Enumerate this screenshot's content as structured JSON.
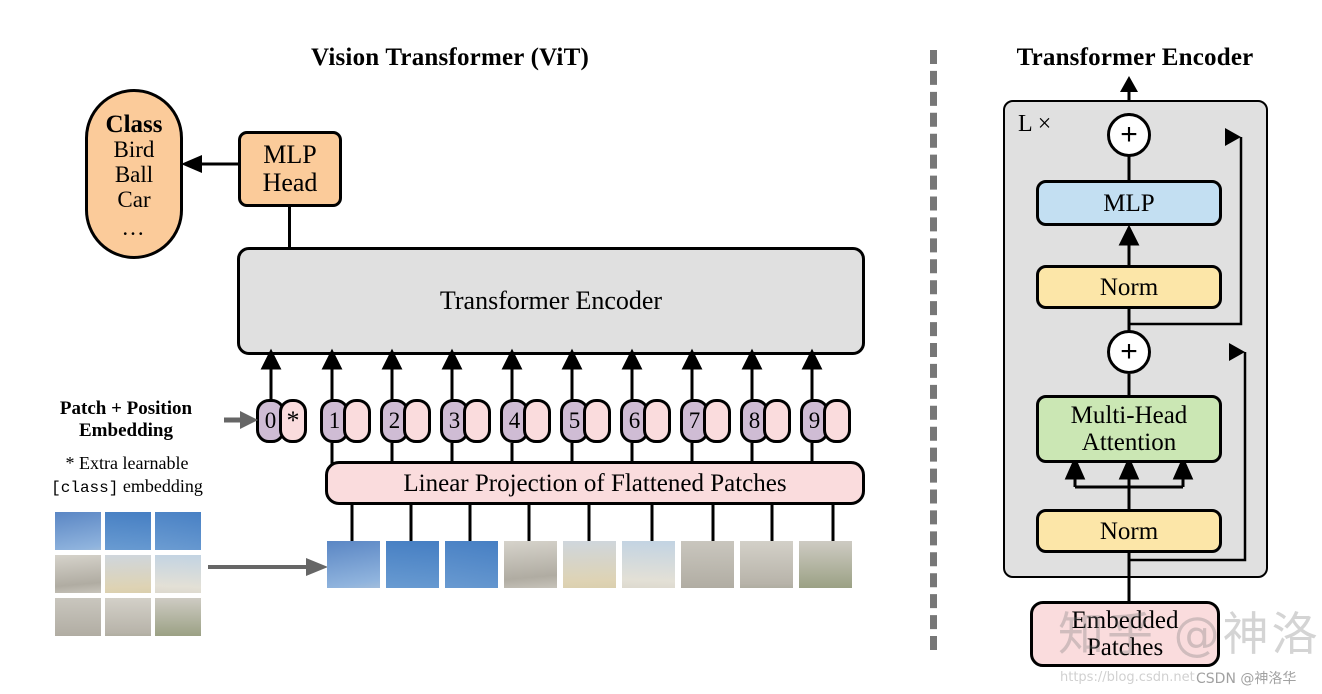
{
  "left_panel": {
    "title": "Vision Transformer (ViT)",
    "class_box": {
      "heading": "Class",
      "items": [
        "Bird",
        "Ball",
        "Car"
      ],
      "ellipsis": "...",
      "color": "#fbcb9a"
    },
    "mlp_head": {
      "line1": "MLP",
      "line2": "Head",
      "color": "#fbcb9a"
    },
    "transformer_encoder": {
      "label": "Transformer Encoder",
      "color": "#e0e0e0"
    },
    "linear_projection": {
      "label": "Linear Projection of Flattened Patches",
      "color": "#fadcdd"
    },
    "embedding_label": {
      "line1": "Patch + Position",
      "line2": "Embedding"
    },
    "extra_note": {
      "star": "*",
      "line1": "Extra learnable",
      "code": "[class]",
      "line1_tail": "embedding"
    },
    "tokens": [
      {
        "num": "0",
        "star": "*",
        "has_star": true
      },
      {
        "num": "1",
        "star": "",
        "has_star": false
      },
      {
        "num": "2",
        "star": "",
        "has_star": false
      },
      {
        "num": "3",
        "star": "",
        "has_star": false
      },
      {
        "num": "4",
        "star": "",
        "has_star": false
      },
      {
        "num": "5",
        "star": "",
        "has_star": false
      },
      {
        "num": "6",
        "star": "",
        "has_star": false
      },
      {
        "num": "7",
        "star": "",
        "has_star": false
      },
      {
        "num": "8",
        "star": "",
        "has_star": false
      },
      {
        "num": "9",
        "star": "",
        "has_star": false
      }
    ],
    "token_colors": {
      "number": "#cfbcd4",
      "bar": "#fadcdd"
    },
    "patch_grid_rows": 3,
    "patch_grid_cols": 3,
    "patch_sequence_count": 9
  },
  "right_panel": {
    "title": "Transformer Encoder",
    "repeat_label": "L ×",
    "blocks": {
      "mlp": {
        "label": "MLP",
        "color": "#c3dff2"
      },
      "norm_top": {
        "label": "Norm",
        "color": "#fce6a8"
      },
      "attention": {
        "line1": "Multi-Head",
        "line2": "Attention",
        "color": "#cbe7b4"
      },
      "norm_bottom": {
        "label": "Norm",
        "color": "#fce6a8"
      },
      "embedded_patches": {
        "line1": "Embedded",
        "line2": "Patches",
        "color": "#fadcdd"
      }
    },
    "residual_add_symbol": "+",
    "container_color": "#e0e0e0"
  },
  "watermarks": {
    "zhihu": "知乎 @神洛",
    "csdn": "CSDN @神洛华",
    "url": "https://blog.csdn.net"
  }
}
